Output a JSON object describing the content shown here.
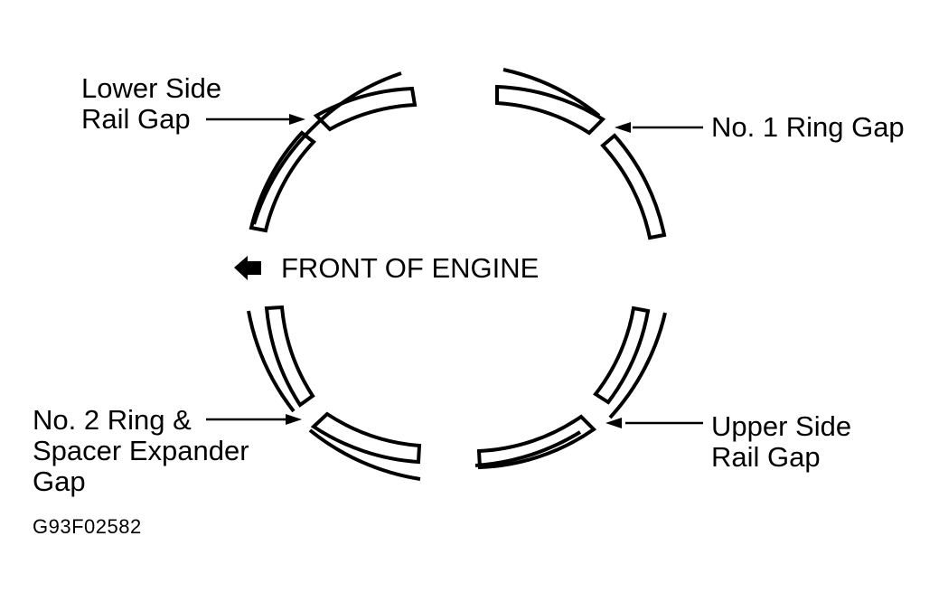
{
  "labels": {
    "lower_side_rail_gap": [
      "Lower Side",
      "Rail Gap"
    ],
    "no1_ring_gap": [
      "No. 1 Ring Gap"
    ],
    "no2_ring_spacer_expander_gap": [
      "No. 2 Ring &",
      "Spacer Expander",
      "Gap"
    ],
    "upper_side_rail_gap": [
      "Upper Side",
      "Rail Gap"
    ],
    "front_of_engine": "FRONT OF ENGINE"
  },
  "figure_id": "G93F02582",
  "icons": {
    "front_arrow": "left-arrow-icon"
  },
  "colors": {
    "line": "#000000",
    "background": "#ffffff"
  }
}
